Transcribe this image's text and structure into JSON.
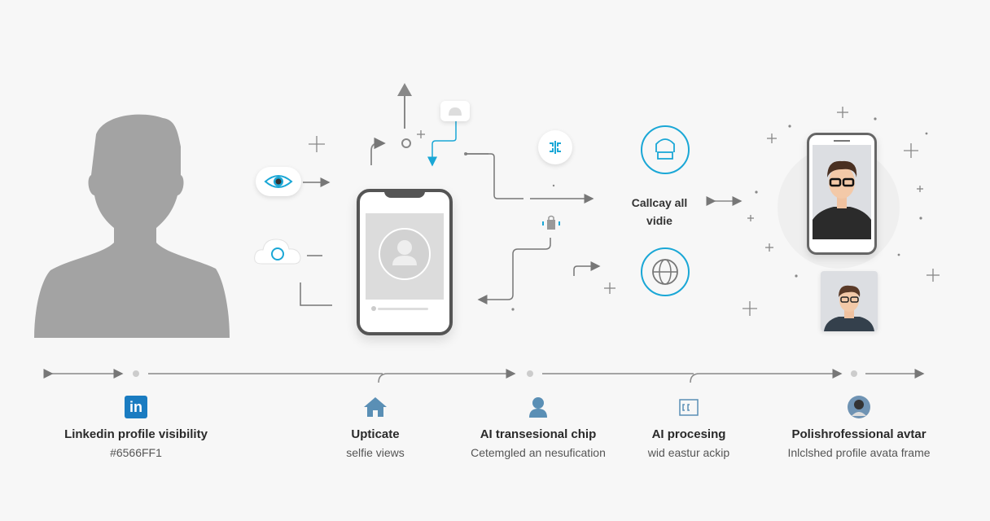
{
  "diagram": {
    "center_label": "Callcay all vidie",
    "accent_color": "#1aa7d6",
    "line_color": "#777777",
    "silhouette_color": "#a3a3a3"
  },
  "steps": [
    {
      "icon": "linkedin-icon",
      "icon_text": "in",
      "title": "Linkedin profile visibility",
      "subtitle": "#6566FF1"
    },
    {
      "icon": "home-icon",
      "title": "Upticate",
      "subtitle": "selfie views"
    },
    {
      "icon": "user-chip-icon",
      "title": "AI transesional chip",
      "subtitle": "Cetemgled an nesufication"
    },
    {
      "icon": "frame-icon",
      "title": "AI procesing",
      "subtitle": "wid eastur ackip"
    },
    {
      "icon": "avatar-icon",
      "title": "Polishrofessional avtar",
      "subtitle": "Inlclshed profile avata frame"
    }
  ],
  "colors": {
    "linkedin_blue": "#1a7cc1",
    "step_icon_blue": "#5a8fb5",
    "background": "#f7f7f7"
  }
}
